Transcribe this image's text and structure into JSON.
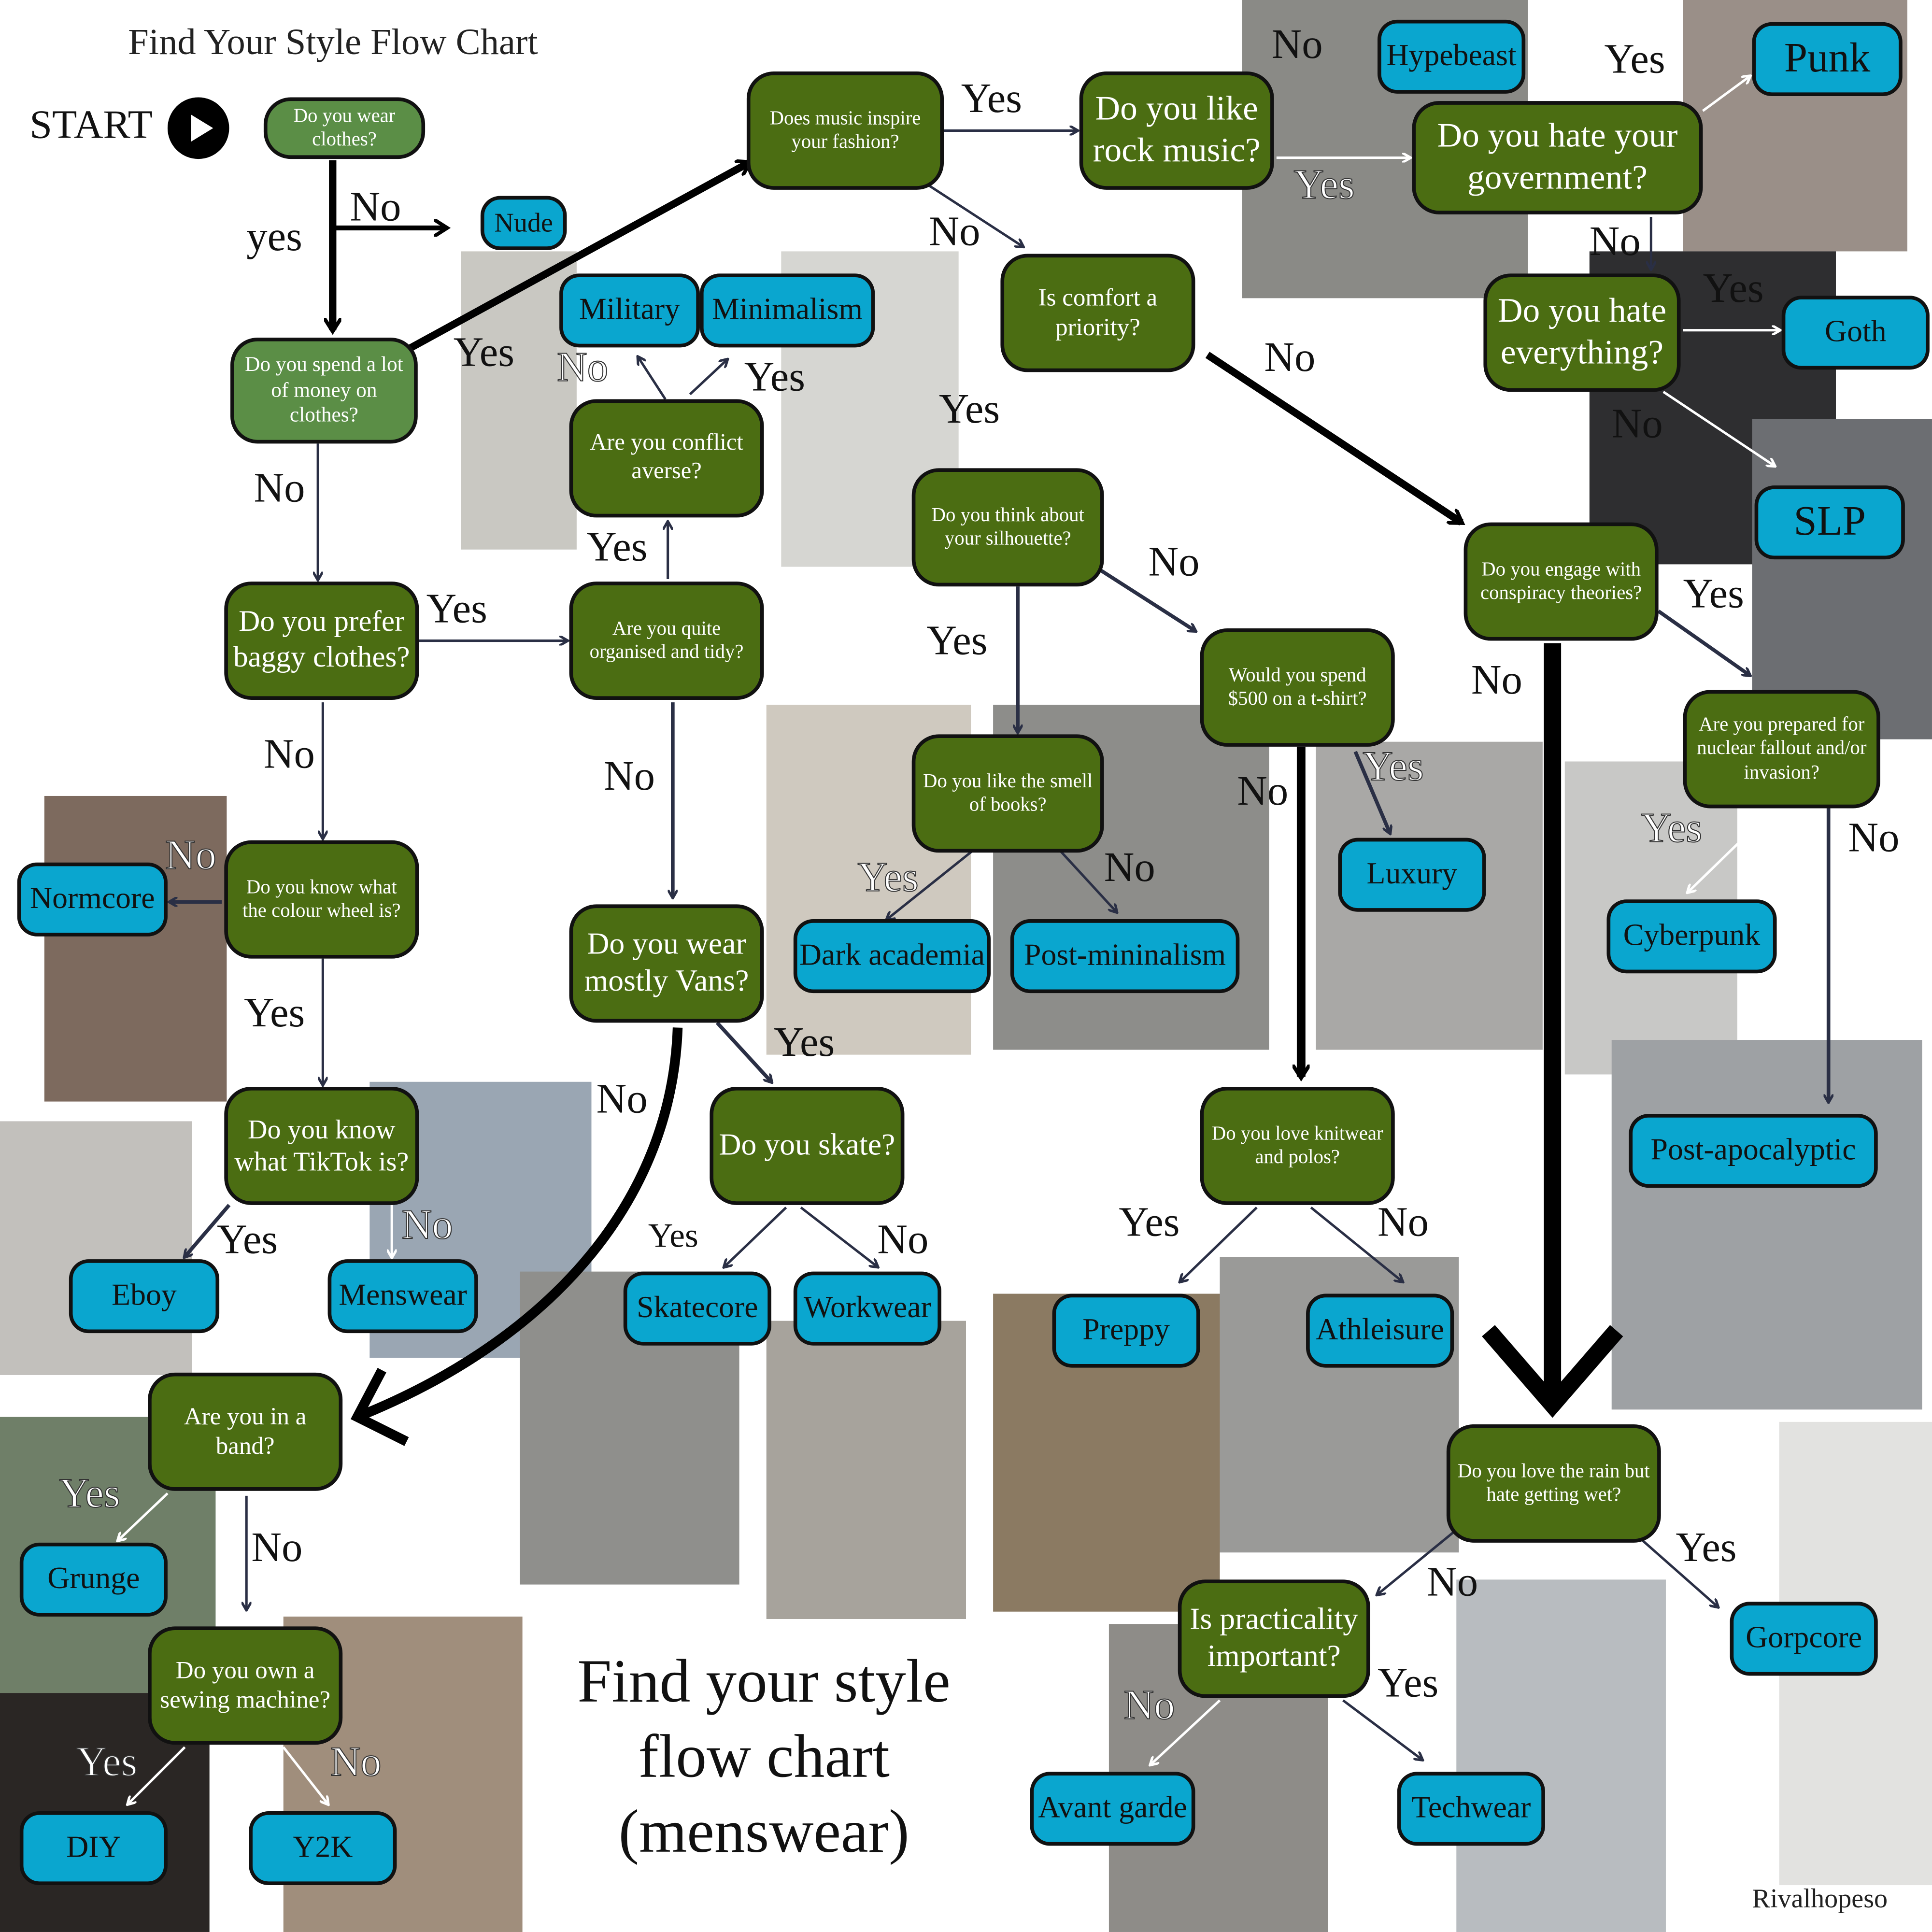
{
  "header": {
    "title": "Find Your Style Flow Chart",
    "start_label": "START",
    "start_icon": "play-icon"
  },
  "caption": {
    "line1": "Find your style",
    "line2": "flow chart",
    "line3": "(menswear)"
  },
  "signature": "Rivalhopeso",
  "colors": {
    "question": "#4b6d12",
    "question_light": "#5b8e46",
    "answer": "#0aa6cf",
    "border": "#111111"
  },
  "questions": [
    "Do you wear clothes?",
    "Do you spend a lot of money on clothes?",
    "Does music inspire your fashion?",
    "Do you like rock music?",
    "Do you hate your government?",
    "Do you hate everything?",
    "Is comfort a priority?",
    "Do you think about your silhouette?",
    "Do you engage with conspiracy theories?",
    "Would you spend $500 on a t-shirt?",
    "Are you prepared for nuclear fallout and/or invasion?",
    "Are you conflict averse?",
    "Are you quite organised and tidy?",
    "Do you prefer baggy clothes?",
    "Do you know what the colour wheel is?",
    "Do you like the smell of books?",
    "Do you wear mostly Vans?",
    "Do you know what TikTok is?",
    "Do you skate?",
    "Do you love knitwear and polos?",
    "Are you in a band?",
    "Do you own a sewing machine?",
    "Do you love the rain but hate getting wet?",
    "Is practicality important?"
  ],
  "styles": [
    "Nude",
    "Hypebeast",
    "Punk",
    "Military",
    "Minimalism",
    "Goth",
    "SLP",
    "Normcore",
    "Luxury",
    "Cyberpunk",
    "Dark academia",
    "Post-mininalism",
    "Post-apocalyptic",
    "Eboy",
    "Menswear",
    "Skatecore",
    "Workwear",
    "Preppy",
    "Athleisure",
    "Grunge",
    "Gorpcore",
    "DIY",
    "Y2K",
    "Avant garde",
    "Techwear"
  ],
  "labels": [
    "No",
    "Yes",
    "Yes",
    "Yes",
    "No",
    "No",
    "No",
    "yes",
    "Yes",
    "No",
    "Yes",
    "Yes",
    "No",
    "Yes",
    "No",
    "No",
    "Yes",
    "No",
    "Yes",
    "Yes",
    "Yes",
    "No",
    "No",
    "No",
    "Yes",
    "No",
    "No",
    "Yes",
    "No",
    "Yes",
    "No",
    "Yes",
    "Yes",
    "No",
    "Yes",
    "No",
    "Yes",
    "No",
    "Yes",
    "No",
    "Yes",
    "No",
    "No",
    "Yes",
    "Yes",
    "No",
    "Yes",
    "No"
  ]
}
